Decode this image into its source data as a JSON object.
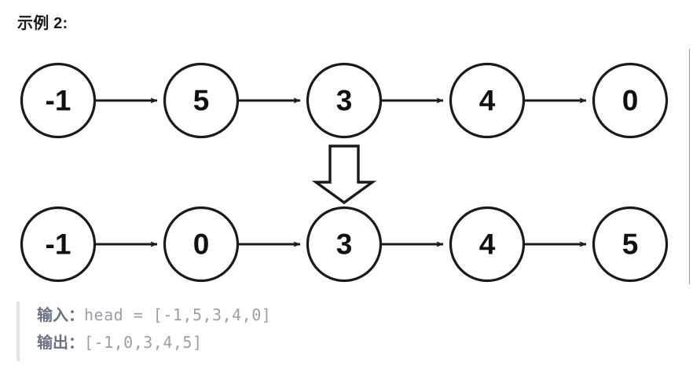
{
  "heading": {
    "text": "示例 2:"
  },
  "diagram": {
    "type": "linked-list-transformation",
    "input_row": {
      "label": "input-linked-list",
      "nodes": [
        "-1",
        "5",
        "3",
        "4",
        "0"
      ]
    },
    "transform_arrow": {
      "direction": "down",
      "style": "hollow-block-arrow"
    },
    "output_row": {
      "label": "output-linked-list",
      "nodes": [
        "-1",
        "0",
        "3",
        "4",
        "5"
      ]
    },
    "node_shape": "circle",
    "edge_style": "arrow-right",
    "colors": {
      "node_fill": "#ffffff",
      "node_stroke": "#1a1a1a",
      "node_text": "#111111",
      "edge": "#1a1a1a",
      "background": "#ffffff"
    }
  },
  "io": {
    "input": {
      "label": "输入：",
      "code_prefix": "head = ",
      "code_value": "[-1,5,3,4,0]"
    },
    "output": {
      "label": "输出：",
      "code_prefix": "",
      "code_value": "[-1,0,3,4,5]"
    },
    "accent_border": "#e3e3e5",
    "label_color": "#6b7280",
    "code_color": "#9aa0a6"
  }
}
